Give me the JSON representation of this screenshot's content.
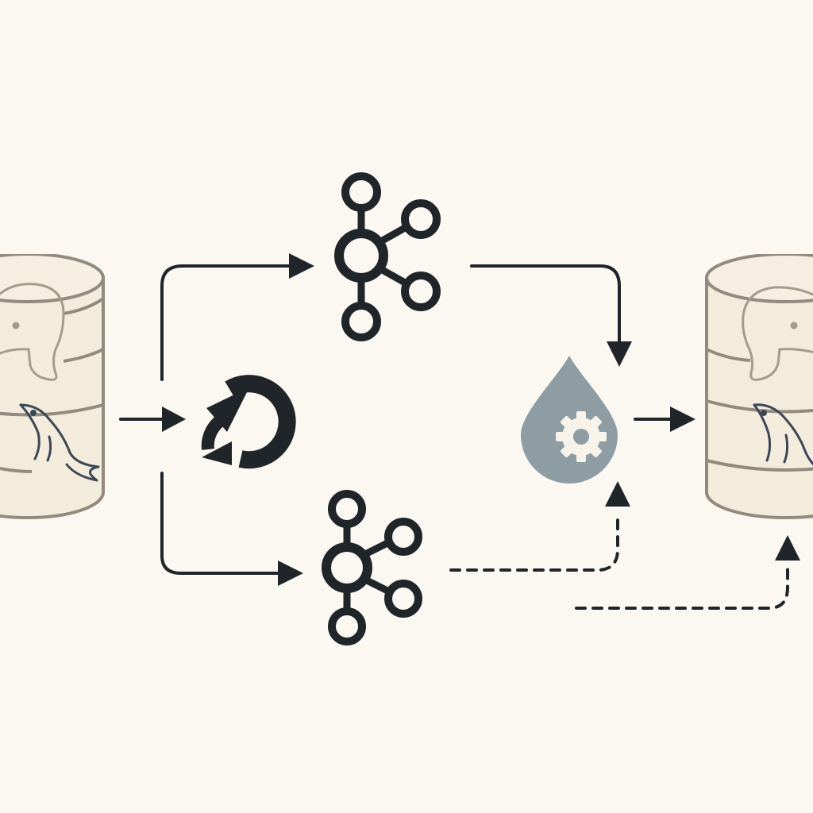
{
  "diagram": {
    "type": "data-pipeline",
    "nodes": [
      {
        "id": "source_db",
        "icons": [
          "postgresql-elephant-icon",
          "mysql-dolphin-icon"
        ],
        "shape": "cylinder"
      },
      {
        "id": "sync_process",
        "icons": [
          "sync-cycle-icon"
        ]
      },
      {
        "id": "kafka_top",
        "icons": [
          "kafka-icon"
        ]
      },
      {
        "id": "kafka_bottom",
        "icons": [
          "kafka-icon"
        ]
      },
      {
        "id": "processor",
        "icons": [
          "water-drop-gear-icon"
        ]
      },
      {
        "id": "target_db",
        "icons": [
          "postgresql-elephant-icon",
          "mysql-dolphin-icon"
        ],
        "shape": "cylinder"
      }
    ],
    "edges": [
      {
        "from": "source_db",
        "to": "sync_process",
        "style": "solid"
      },
      {
        "from": "sync_process",
        "to": "kafka_top",
        "style": "solid"
      },
      {
        "from": "sync_process",
        "to": "kafka_bottom",
        "style": "solid"
      },
      {
        "from": "kafka_top",
        "to": "processor",
        "style": "solid"
      },
      {
        "from": "processor",
        "to": "target_db",
        "style": "solid"
      },
      {
        "from": "kafka_bottom",
        "to": "processor",
        "style": "dashed"
      },
      {
        "from": "kafka_bottom",
        "to": "target_db",
        "style": "dashed"
      }
    ]
  },
  "colors": {
    "background": "#fbf8f2",
    "ink": "#1f2529",
    "cylinder_fill": "#f3ebdb",
    "cylinder_stroke": "#928a7e",
    "elephant_stroke": "#a59b8b",
    "dolphin_stroke": "#3b4756",
    "drop_fill": "#8e9ca3",
    "gear_fill": "#f7f3ea"
  }
}
